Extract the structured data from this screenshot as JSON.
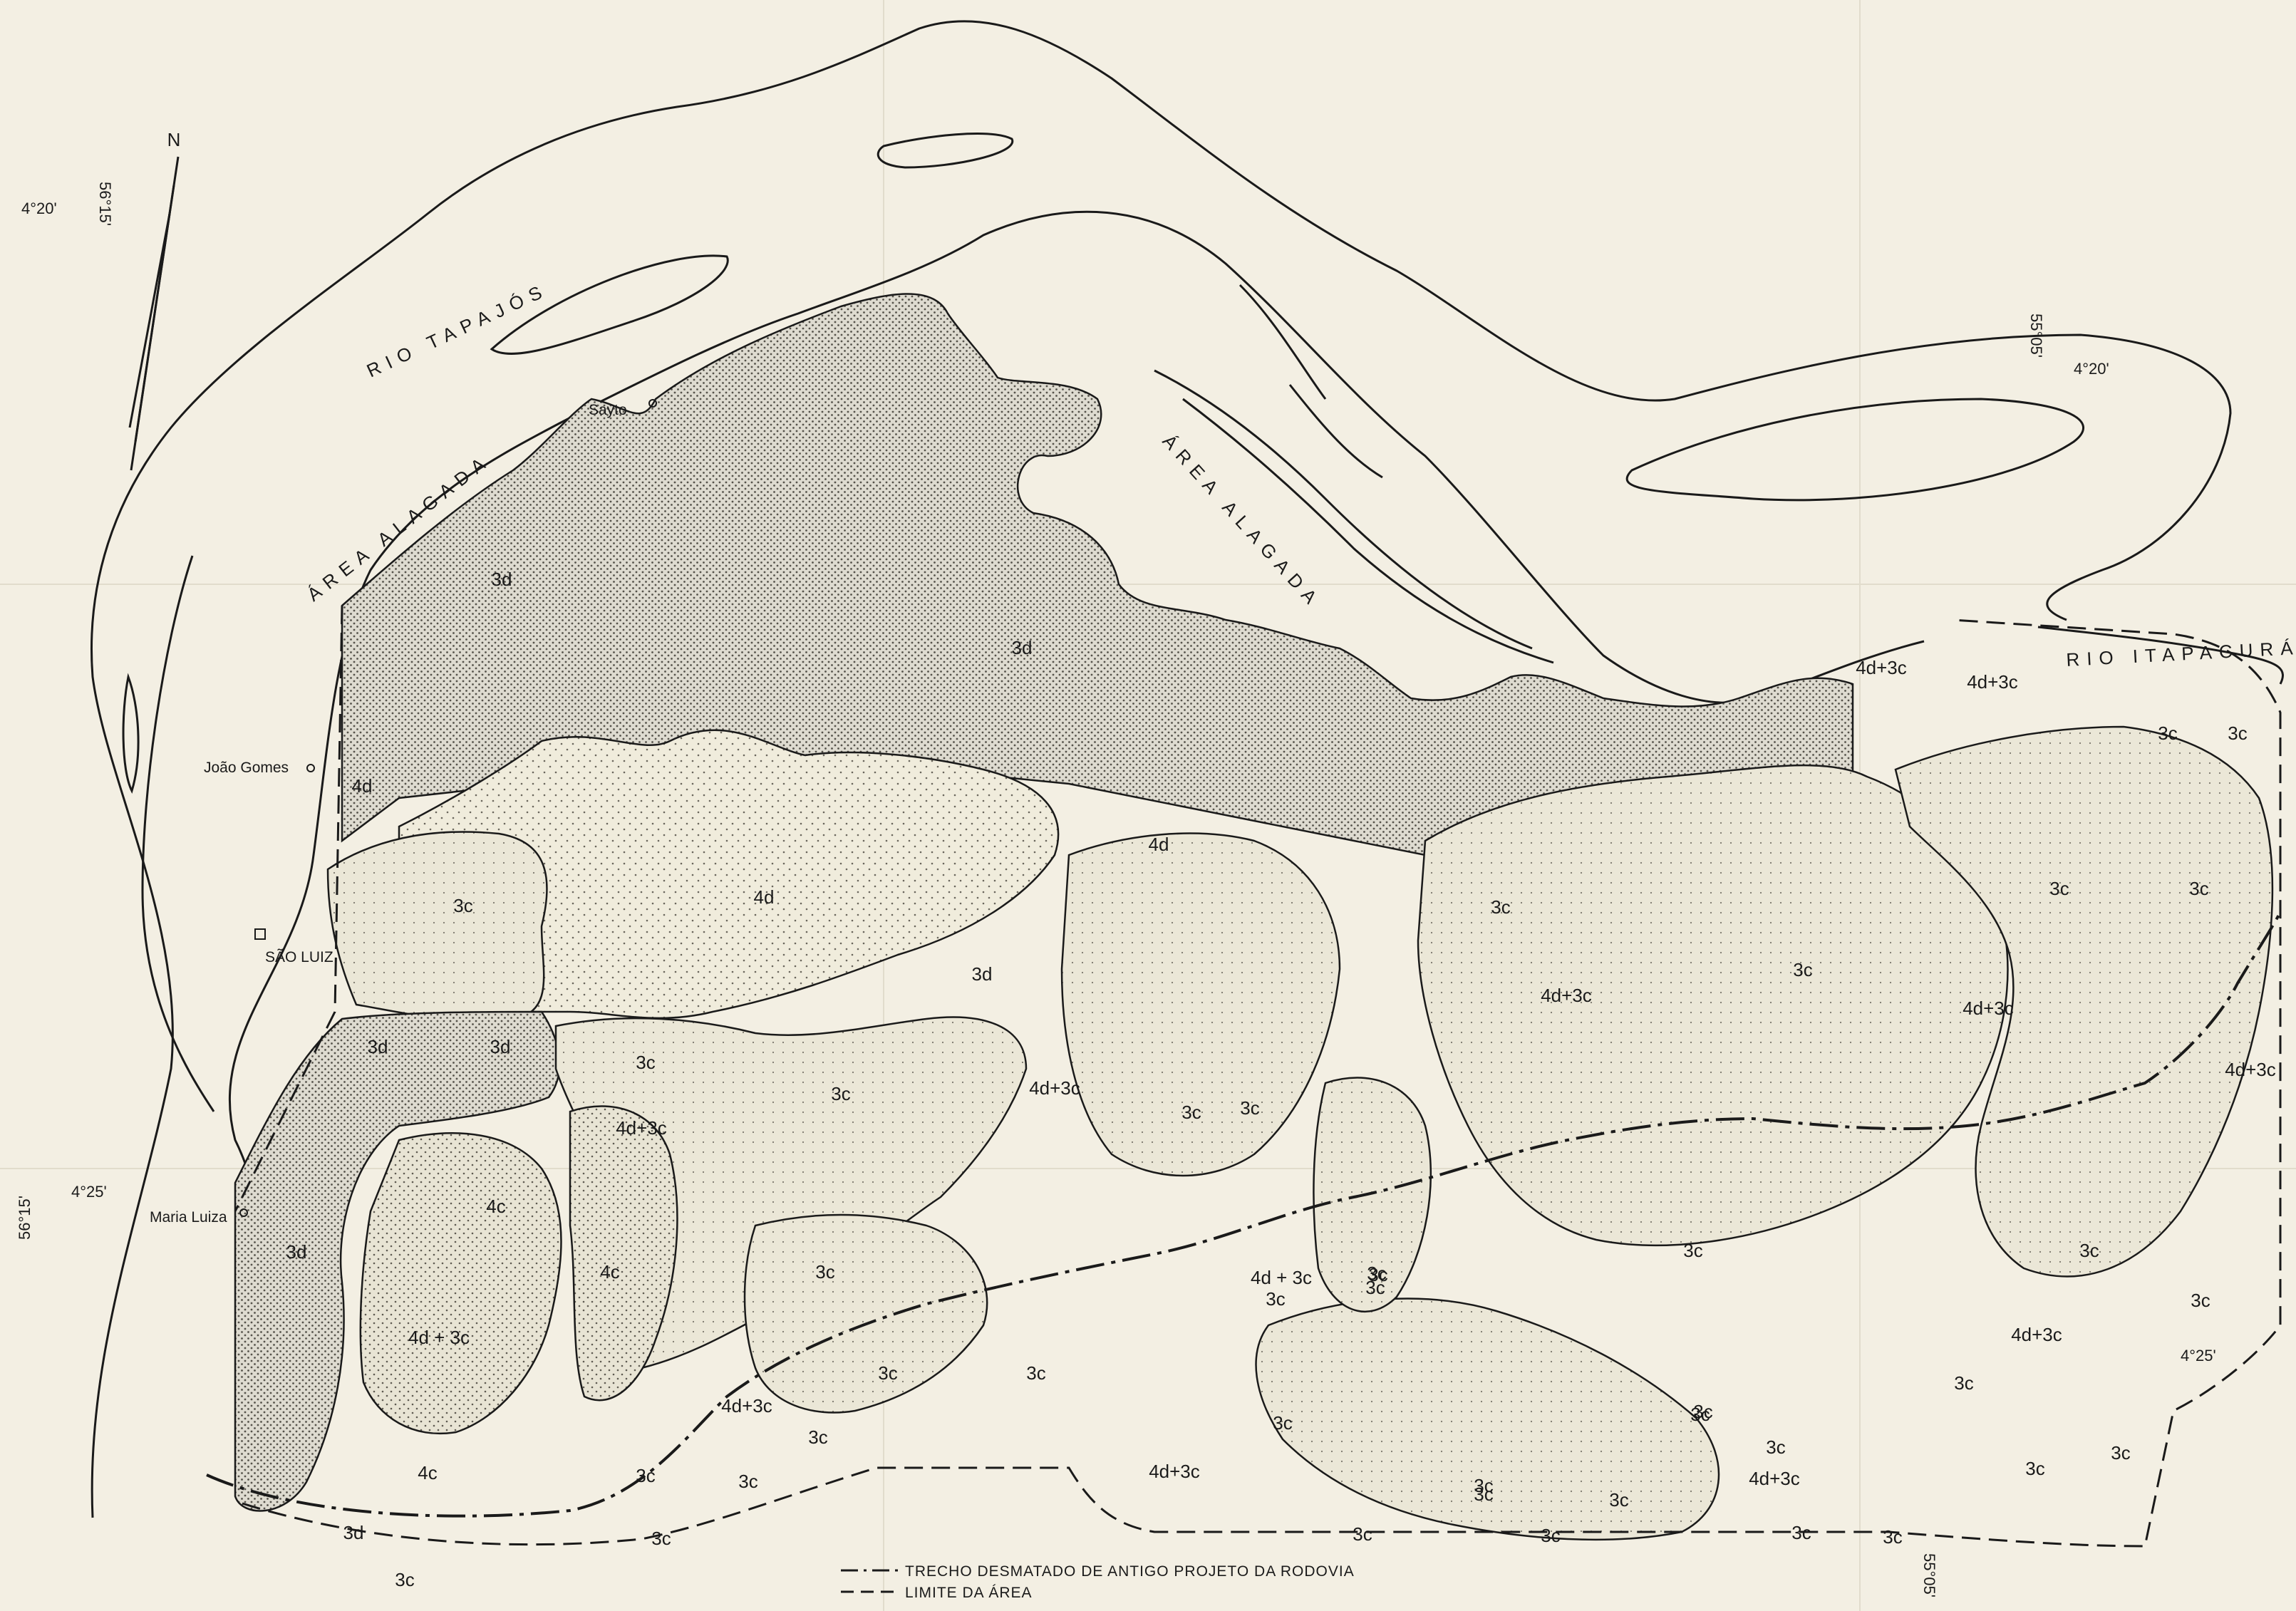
{
  "colors": {
    "paper": "#f3efe3",
    "ink": "#1a1a1a",
    "unit_3d": "#dedbd0",
    "unit_4d": "#f0ecdc",
    "unit_3c": "#ebe7d7",
    "unit_4c": "#e6e2d3",
    "unit_mix": "#e1ddcd"
  },
  "north": {
    "label": "N"
  },
  "coordinates": [
    {
      "id": "lat-top-left",
      "text": "4°20'"
    },
    {
      "id": "lon-top-left",
      "text": "56°15'"
    },
    {
      "id": "lat-left-bottom",
      "text": "4°25'"
    },
    {
      "id": "lon-left-bottom",
      "text": "56°15'"
    },
    {
      "id": "lon-top-right",
      "text": "55°05'"
    },
    {
      "id": "lat-top-right",
      "text": "4°20'"
    },
    {
      "id": "lat-right-bottom",
      "text": "4°25'"
    },
    {
      "id": "lon-bottom-right",
      "text": "55°05'"
    }
  ],
  "water_labels": [
    {
      "id": "rio-tapajos",
      "text": "RIO TAPAJÓS"
    },
    {
      "id": "area-alagada-left",
      "text": "ÁREA ALAGADA"
    },
    {
      "id": "area-alagada-center",
      "text": "ÁREA ALAGADA"
    },
    {
      "id": "rio-itapacura",
      "text": "RIO ITAPACURÁ"
    }
  ],
  "places": [
    {
      "id": "sayto",
      "text": "Sayto"
    },
    {
      "id": "joao-gomes",
      "text": "João Gomes"
    },
    {
      "id": "sao-luiz",
      "text": "SÃO LUIZ"
    },
    {
      "id": "maria-luiza",
      "text": "Maria Luiza"
    }
  ],
  "units": [
    {
      "id": "u1",
      "text": "3d"
    },
    {
      "id": "u2",
      "text": "3d"
    },
    {
      "id": "u3",
      "text": "4d"
    },
    {
      "id": "u4",
      "text": "4d"
    },
    {
      "id": "u5",
      "text": "4d"
    },
    {
      "id": "u6",
      "text": "3c"
    },
    {
      "id": "u7",
      "text": "3d"
    },
    {
      "id": "u8",
      "text": "3d"
    },
    {
      "id": "u9",
      "text": "3d"
    },
    {
      "id": "u10",
      "text": "3c"
    },
    {
      "id": "u11",
      "text": "3c"
    },
    {
      "id": "u12",
      "text": "4d+3c"
    },
    {
      "id": "u13",
      "text": "4d+3c"
    },
    {
      "id": "u14",
      "text": "3c"
    },
    {
      "id": "u15",
      "text": "4c"
    },
    {
      "id": "u16",
      "text": "3d"
    },
    {
      "id": "u17",
      "text": "4c"
    },
    {
      "id": "u18",
      "text": "3c"
    },
    {
      "id": "u19",
      "text": "4d + 3c"
    },
    {
      "id": "u20",
      "text": "3c"
    },
    {
      "id": "u21",
      "text": "3c"
    },
    {
      "id": "u22",
      "text": "4d+3c"
    },
    {
      "id": "u23",
      "text": "3c"
    },
    {
      "id": "u24",
      "text": "4c"
    },
    {
      "id": "u25",
      "text": "3c"
    },
    {
      "id": "u26",
      "text": "3c"
    },
    {
      "id": "u27",
      "text": "3d"
    },
    {
      "id": "u28",
      "text": "3c"
    },
    {
      "id": "u29",
      "text": "3c"
    },
    {
      "id": "u30",
      "text": "3c"
    },
    {
      "id": "u31",
      "text": "4d+3c"
    },
    {
      "id": "u32",
      "text": "3c"
    },
    {
      "id": "u33",
      "text": "3c"
    },
    {
      "id": "u34",
      "text": "3c"
    },
    {
      "id": "u35",
      "text": "3c"
    },
    {
      "id": "u36",
      "text": "3c"
    },
    {
      "id": "u37",
      "text": "4d+3c"
    },
    {
      "id": "u38",
      "text": "4d+3c"
    },
    {
      "id": "u39",
      "text": "3c"
    },
    {
      "id": "u40",
      "text": "3c"
    },
    {
      "id": "u41",
      "text": "4d+3c"
    },
    {
      "id": "u42",
      "text": "4d+3c"
    },
    {
      "id": "u43",
      "text": "3c"
    },
    {
      "id": "u44",
      "text": "3c"
    },
    {
      "id": "u45",
      "text": "3c"
    },
    {
      "id": "u46",
      "text": "3c"
    },
    {
      "id": "u47",
      "text": "3c"
    },
    {
      "id": "u48",
      "text": "4d+3c"
    },
    {
      "id": "u49",
      "text": "3c"
    },
    {
      "id": "u50",
      "text": "3c"
    },
    {
      "id": "u51",
      "text": "3c"
    },
    {
      "id": "u52",
      "text": "4d+3c"
    },
    {
      "id": "u53",
      "text": "3c"
    },
    {
      "id": "u54",
      "text": "3c"
    },
    {
      "id": "u55",
      "text": "3c"
    },
    {
      "id": "u56",
      "text": "4d + 3c"
    },
    {
      "id": "u57",
      "text": "3c"
    },
    {
      "id": "u58",
      "text": "3c"
    },
    {
      "id": "u59",
      "text": "3c"
    },
    {
      "id": "u60",
      "text": "4d+3c"
    },
    {
      "id": "u61",
      "text": "3c"
    },
    {
      "id": "u62",
      "text": "3c"
    },
    {
      "id": "u63",
      "text": "3c"
    },
    {
      "id": "u64",
      "text": "3c"
    },
    {
      "id": "u65",
      "text": "3c"
    },
    {
      "id": "u66",
      "text": "3c"
    }
  ],
  "legend": {
    "items": [
      {
        "style": "dash-dot",
        "label": "TRECHO DESMATADO DE ANTIGO PROJETO DA RODOVIA"
      },
      {
        "style": "dash",
        "label": "LIMITE DA ÁREA"
      }
    ]
  }
}
